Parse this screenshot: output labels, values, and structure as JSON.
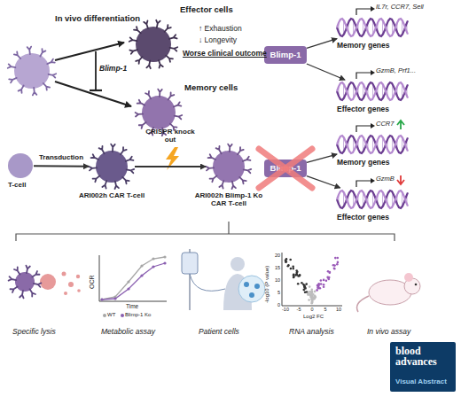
{
  "diagram": {
    "nodes": [
      {
        "text": [
          "Effector cells"
        ]
      },
      {
        "text": [
          "Memory cells"
        ]
      },
      {
        "text": [
          "Blimp-1"
        ]
      },
      {
        "text": [
          "IL7r, CCR7, Sell",
          "Memory genes"
        ]
      },
      {
        "text": [
          "GzmB, Prf1...",
          "Effector genes"
        ]
      },
      {
        "text": [
          "T-cell"
        ]
      },
      {
        "text": [
          "ARI002h CAR T-cell"
        ]
      },
      {
        "text": [
          "ARI002h Blimp-1 Ko CAR T-cell"
        ]
      },
      {
        "text": [
          "Blimp-1"
        ]
      },
      {
        "text": [
          "CCR7",
          "Memory genes"
        ]
      },
      {
        "text": [
          "GzmB",
          "Effector genes"
        ]
      },
      {
        "text": [
          "blood advances",
          "Visual Abstract"
        ]
      }
    ],
    "edges": [
      {
        "from": 2,
        "to": 3,
        "arrow": "to"
      },
      {
        "from": 2,
        "to": 4,
        "arrow": "to"
      },
      {
        "from": 8,
        "to": 9,
        "arrow": "to"
      },
      {
        "from": 8,
        "to": 10,
        "arrow": "to"
      },
      {
        "from": 5,
        "to": 6,
        "label": "Transduction",
        "arrow": "to"
      },
      {
        "from": 6,
        "to": 7,
        "label": "CRISPR knock out",
        "arrow": "to"
      }
    ],
    "labels": [
      "In vivo differentiation",
      "↑ Exhaustion",
      "↓ Longevity",
      "Worse clinical outcome",
      "Blimp-1",
      "Specific lysis",
      "OCR",
      "Time",
      "Metabolic assay",
      "Patient cells",
      "-log10 (P value)",
      "Log2 FC",
      "RNA analysis",
      "In vivo assay",
      "20",
      "15",
      "10",
      "5",
      "0",
      "-10",
      "-5",
      "0",
      "5",
      "10"
    ],
    "legend": [
      {
        "text": "WT",
        "color": "#a6a6a6"
      },
      {
        "text": "Blimp-1 Ko",
        "color": "#8a5fb0"
      }
    ]
  }
}
